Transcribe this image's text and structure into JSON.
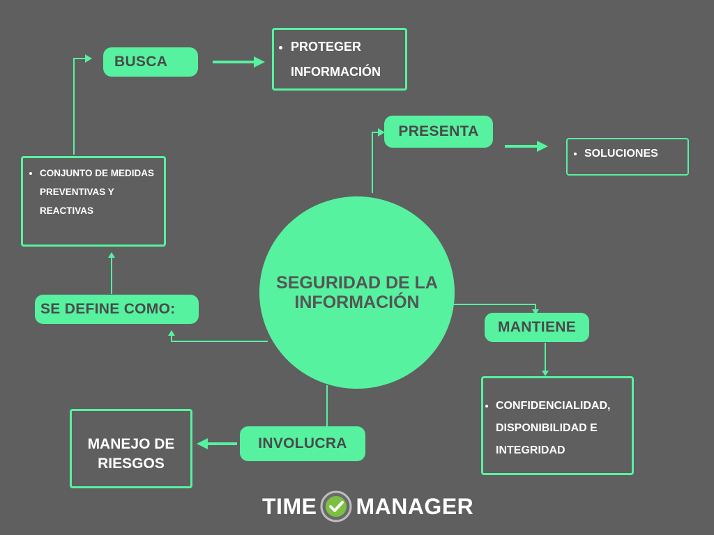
{
  "center": {
    "title": "SEGURIDAD DE LA INFORMACIÓN"
  },
  "nodes": {
    "busca": "BUSCA",
    "proteger": "PROTEGER INFORMACIÓN",
    "presenta": "PRESENTA",
    "soluciones": "SOLUCIONES",
    "conjunto": "CONJUNTO DE MEDIDAS PREVENTIVAS Y REACTIVAS",
    "se_define": "SE DEFINE COMO:",
    "mantiene": "MANTIENE",
    "confidencialidad": "CONFIDENCIALIDAD, DISPONIBILIDAD E INTEGRIDAD",
    "involucra": "INVOLUCRA",
    "manejo": "MANEJO DE RIESGOS"
  },
  "logo": {
    "left": "TIME",
    "right": "MANAGER",
    "icon": "clock-check-icon"
  },
  "colors": {
    "background": "#5f5f5f",
    "accent": "#56f2a0",
    "text_dark": "#4a4a4a",
    "text_light": "#ffffff"
  }
}
